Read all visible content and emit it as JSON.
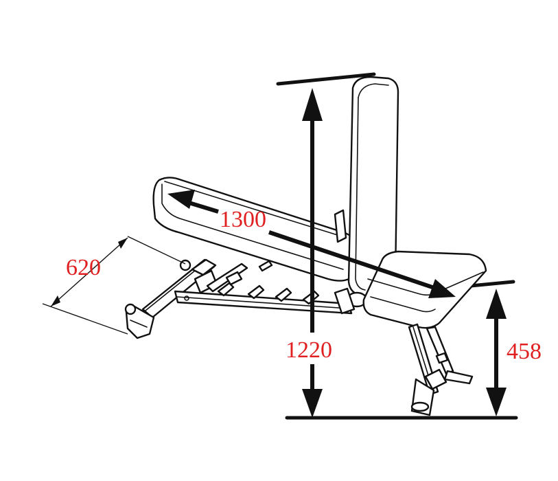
{
  "dimensions": {
    "backrest_length": "1300",
    "total_height": "1220",
    "seat_height": "458",
    "base_width": "620"
  },
  "colors": {
    "dimension_text": "#e02020",
    "line": "#111111",
    "background": "#ffffff"
  }
}
